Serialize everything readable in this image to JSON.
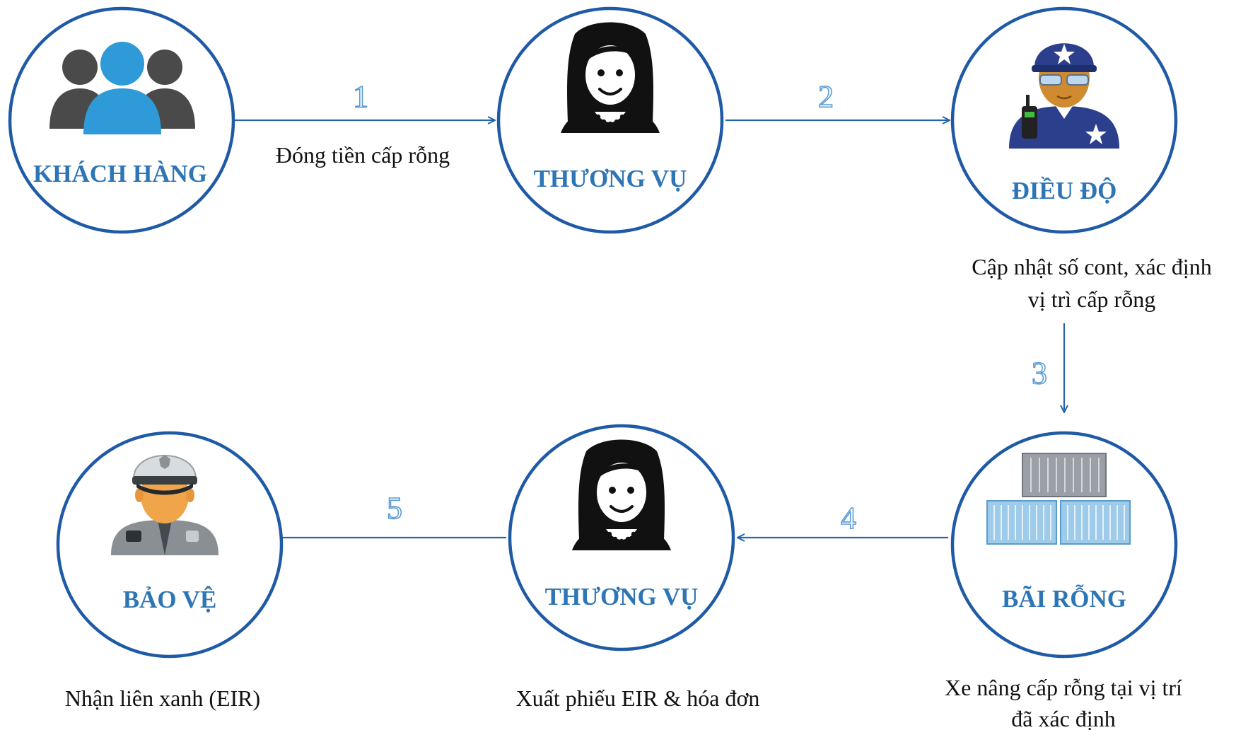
{
  "nodes": {
    "khach_hang": "KHÁCH HÀNG",
    "thuong_vu_1": "THƯƠNG VỤ",
    "dieu_do": "ĐIỀU ĐỘ",
    "bai_rong": "BÃI RỖNG",
    "thuong_vu_2": "THƯƠNG VỤ",
    "bao_ve": "BẢO VỆ"
  },
  "steps": {
    "s1": "1",
    "s2": "2",
    "s3": "3",
    "s4": "4",
    "s5": "5"
  },
  "captions": {
    "dong_tien": "Đóng tiền cấp rỗng",
    "cap_nhat_line1": "Cập nhật số cont, xác định",
    "cap_nhat_line2": "vị trì cấp rỗng",
    "xe_nang_line1": "Xe nâng cấp rỗng tại vị trí",
    "xe_nang_line2": "đã xác định",
    "xuat_phieu": "Xuất phiếu EIR & hóa đơn",
    "nhan_lien": "Nhận liên xanh (EIR)"
  },
  "icons": {
    "khach_hang": "people-group-icon",
    "thuong_vu": "woman-clerk-icon",
    "dieu_do": "dispatcher-guard-icon",
    "bai_rong": "container-stack-icon",
    "bao_ve": "security-guard-icon"
  },
  "colors": {
    "ring": "#1f5aa6",
    "node_label": "#2e75b6",
    "arrow": "#2563ac",
    "step_outline": "#5b9bd5"
  }
}
